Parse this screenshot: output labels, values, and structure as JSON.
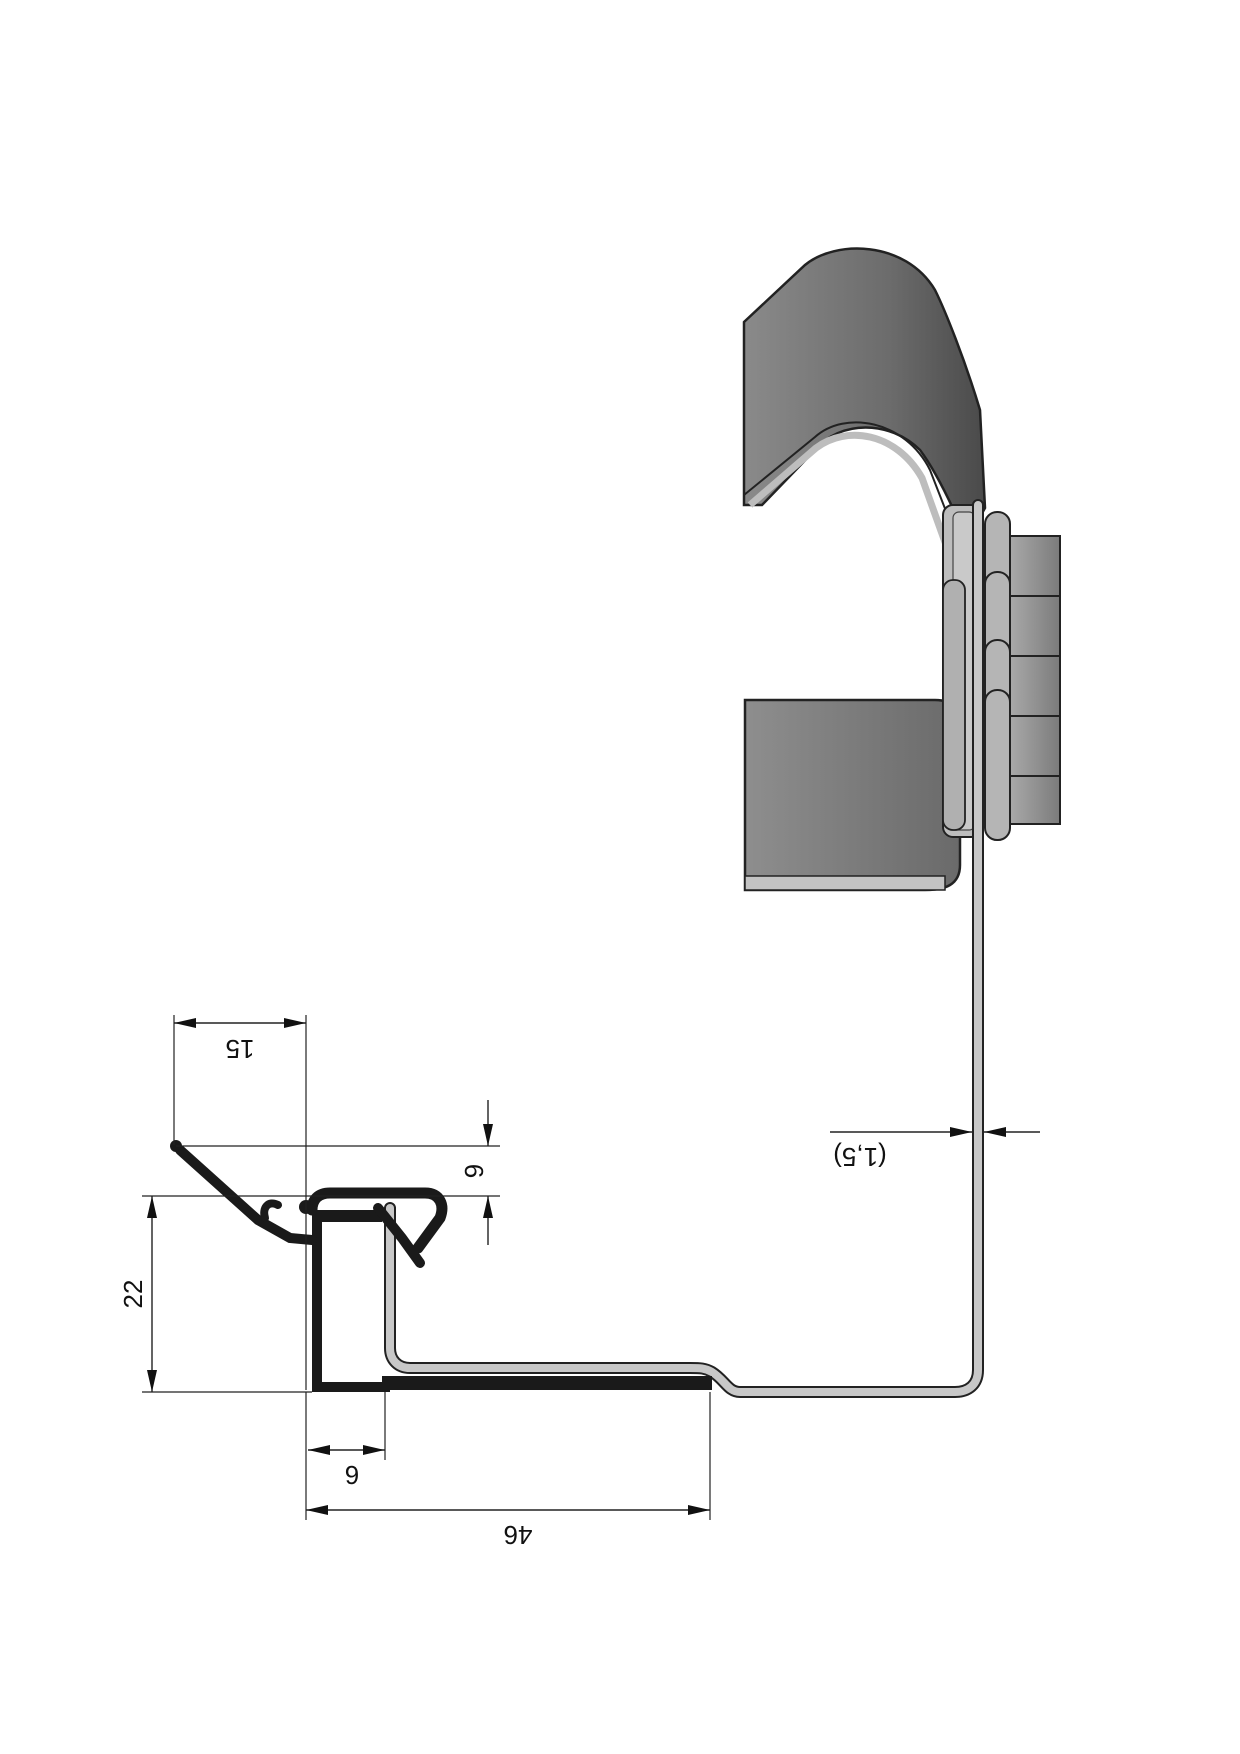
{
  "dimensions": {
    "d15": "15",
    "d6_gap": "6",
    "d22": "22",
    "d6_width": "6",
    "d46": "46",
    "thickness": "(1,5)"
  },
  "colors": {
    "galvanized": "#c7c7c7",
    "galvanized_dark": "#8a8a8a",
    "clip_dark": "#5e5e5e",
    "clip_mid": "#7a7a7a",
    "seal": "#1a1a1a",
    "outline": "#222222"
  }
}
